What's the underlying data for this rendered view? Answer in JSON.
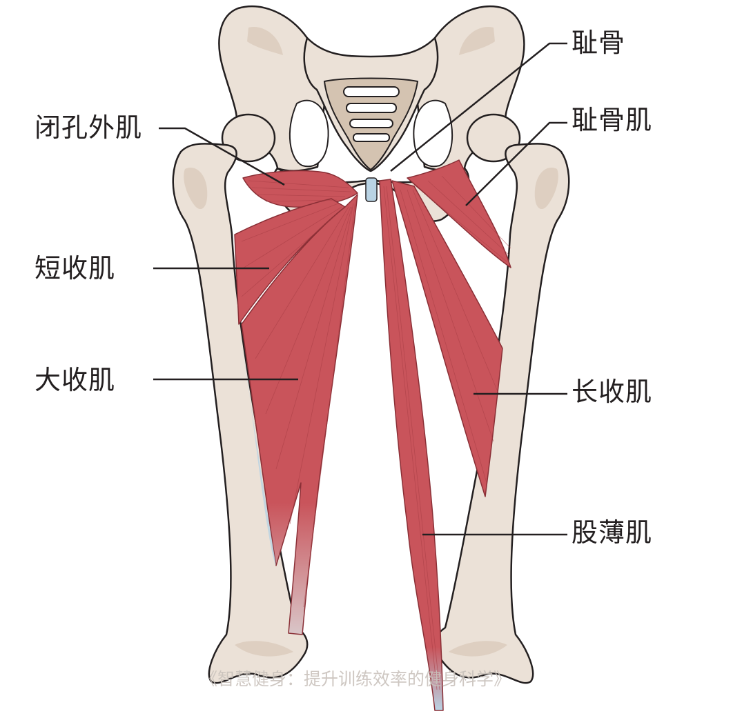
{
  "labels": {
    "obturator_externus": "闭孔外肌",
    "adductor_brevis": "短收肌",
    "adductor_magnus": "大收肌",
    "pubis": "耻骨",
    "pectineus": "耻骨肌",
    "adductor_longus": "长收肌",
    "gracilis": "股薄肌"
  },
  "watermark": "《智慧健身：提升训练效率的健身科学》",
  "colors": {
    "bone": "#ebe1d7",
    "bone_shadow": "#d8c8b8",
    "bone_outline": "#231f20",
    "muscle": "#c9545b",
    "muscle_dark": "#a83e45",
    "tendon": "#b9d3e4",
    "leader_line": "#231f20"
  }
}
